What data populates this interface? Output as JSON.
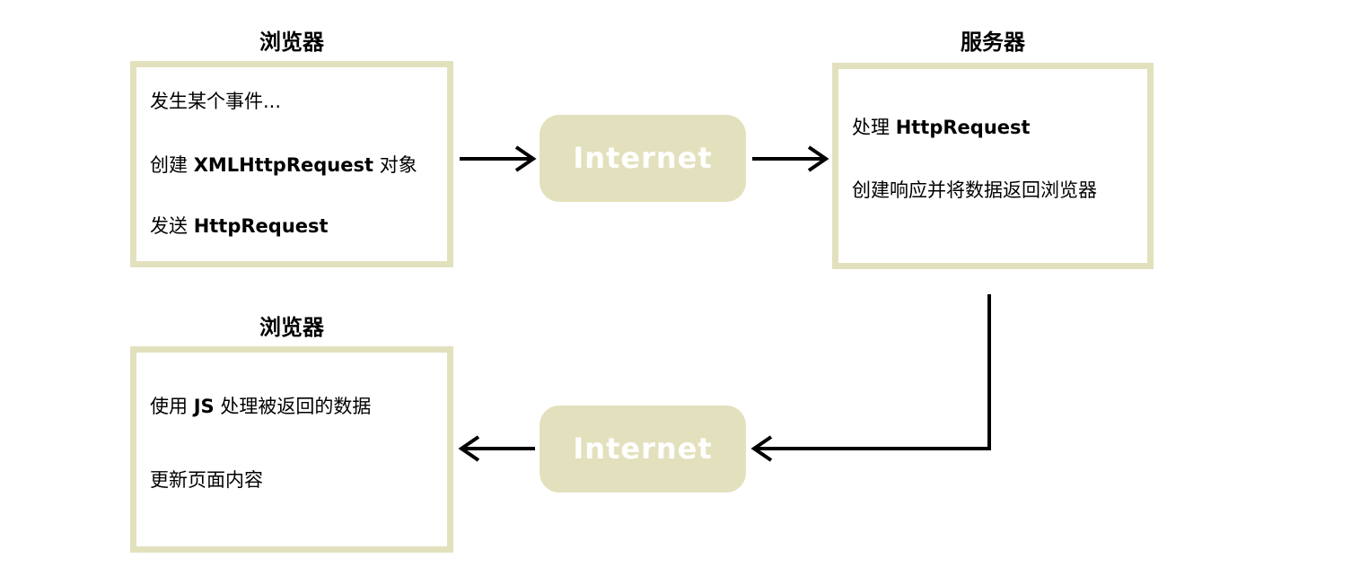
{
  "colors": {
    "box_border": "#e3e1bd",
    "pill_fill": "#e3e1bd",
    "pill_text": "#ffffff",
    "arrow": "#000000"
  },
  "browser_top": {
    "title": "浏览器",
    "lines": [
      {
        "text": "发生某个事件...",
        "bold": ""
      },
      {
        "text": "创建 ",
        "bold": "XMLHttpRequest",
        "after": " 对象"
      },
      {
        "text": "发送 ",
        "bold": "HttpRequest"
      }
    ]
  },
  "internet_top": {
    "label": "Internet"
  },
  "server": {
    "title": "服务器",
    "lines": [
      {
        "text": "处理 ",
        "bold": "HttpRequest"
      },
      {
        "text": "创建响应并将数据返回浏览器"
      }
    ]
  },
  "internet_bottom": {
    "label": "Internet"
  },
  "browser_bottom": {
    "title": "浏览器",
    "lines": [
      {
        "text": "使用 ",
        "bold": "JS",
        "after": " 处理被返回的数据"
      },
      {
        "text": "更新页面内容"
      }
    ]
  }
}
